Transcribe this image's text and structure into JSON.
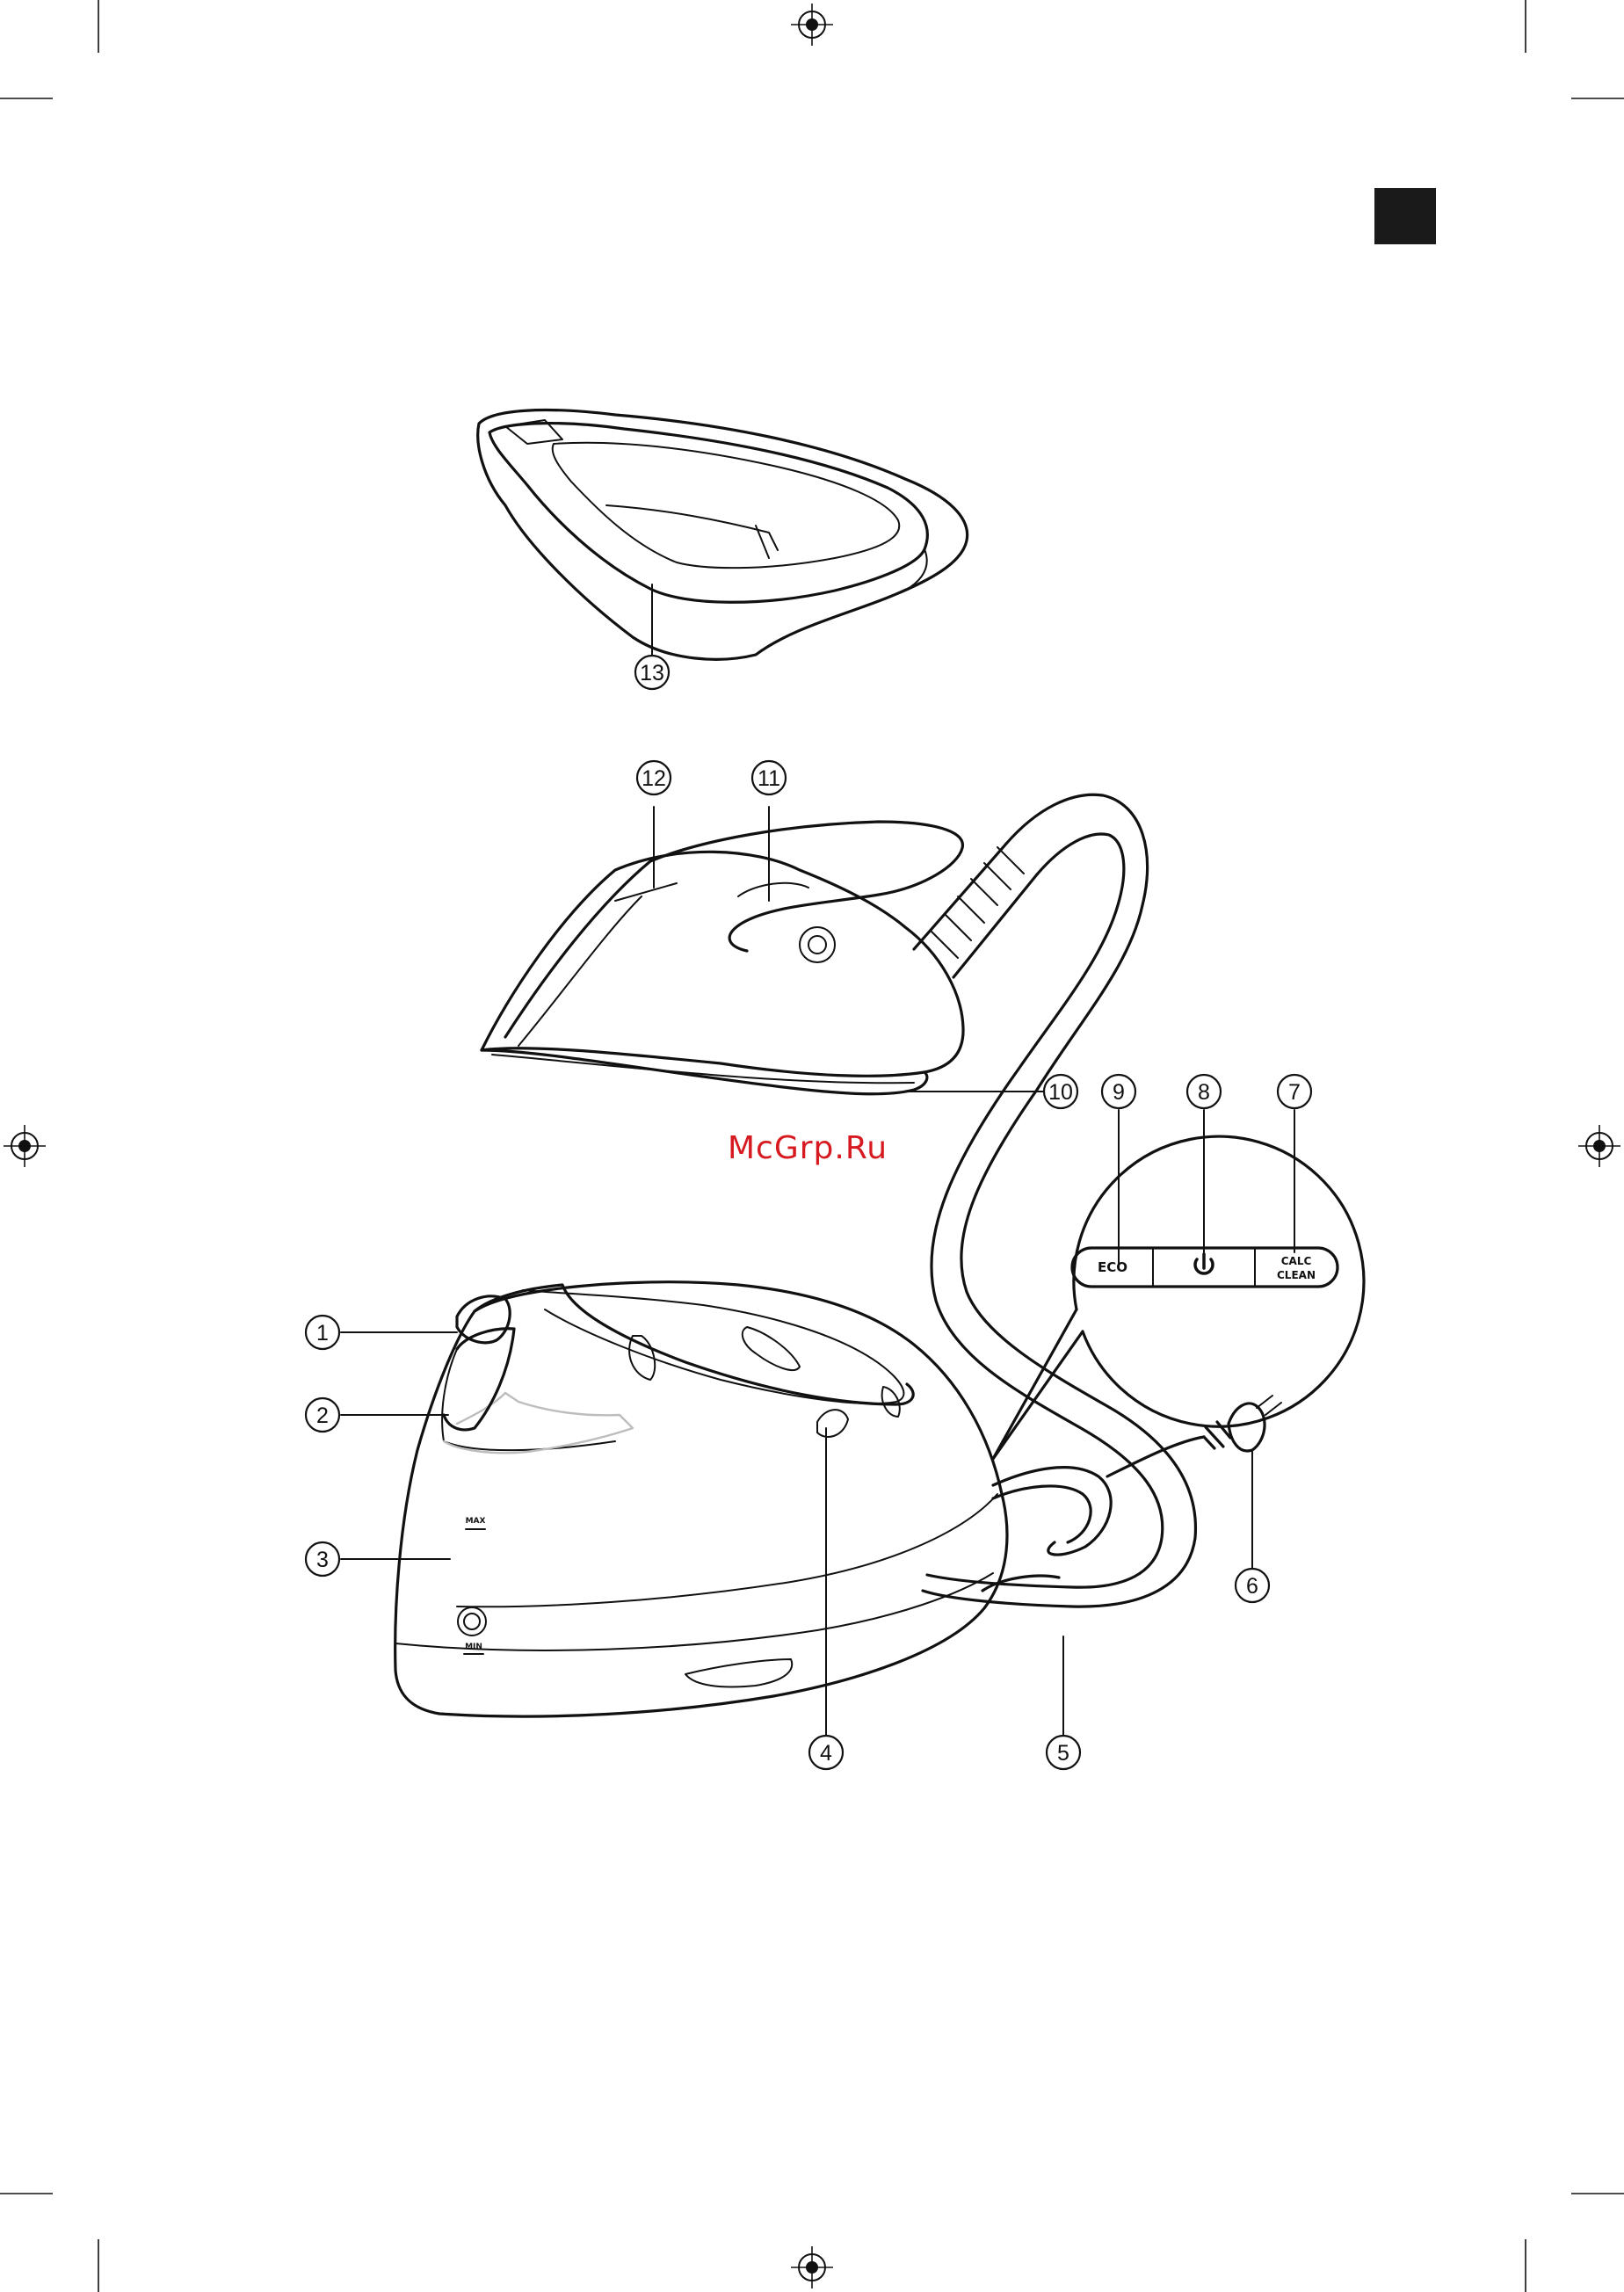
{
  "callouts": {
    "c1": "1",
    "c2": "2",
    "c3": "3",
    "c4": "4",
    "c5": "5",
    "c6": "6",
    "c7": "7",
    "c8": "8",
    "c9": "9",
    "c10": "10",
    "c11": "11",
    "c12": "12",
    "c13": "13"
  },
  "control_panel": {
    "eco_label": "ECO",
    "calc_line1": "CALC",
    "calc_line2": "CLEAN",
    "power_icon": "power-icon"
  },
  "water_tank": {
    "max_label": "MAX",
    "min_label": "MIN"
  },
  "watermark": "McGrp.Ru",
  "colors": {
    "line": "#111111",
    "watermark": "#d71920",
    "tab": "#1a1a1a"
  }
}
